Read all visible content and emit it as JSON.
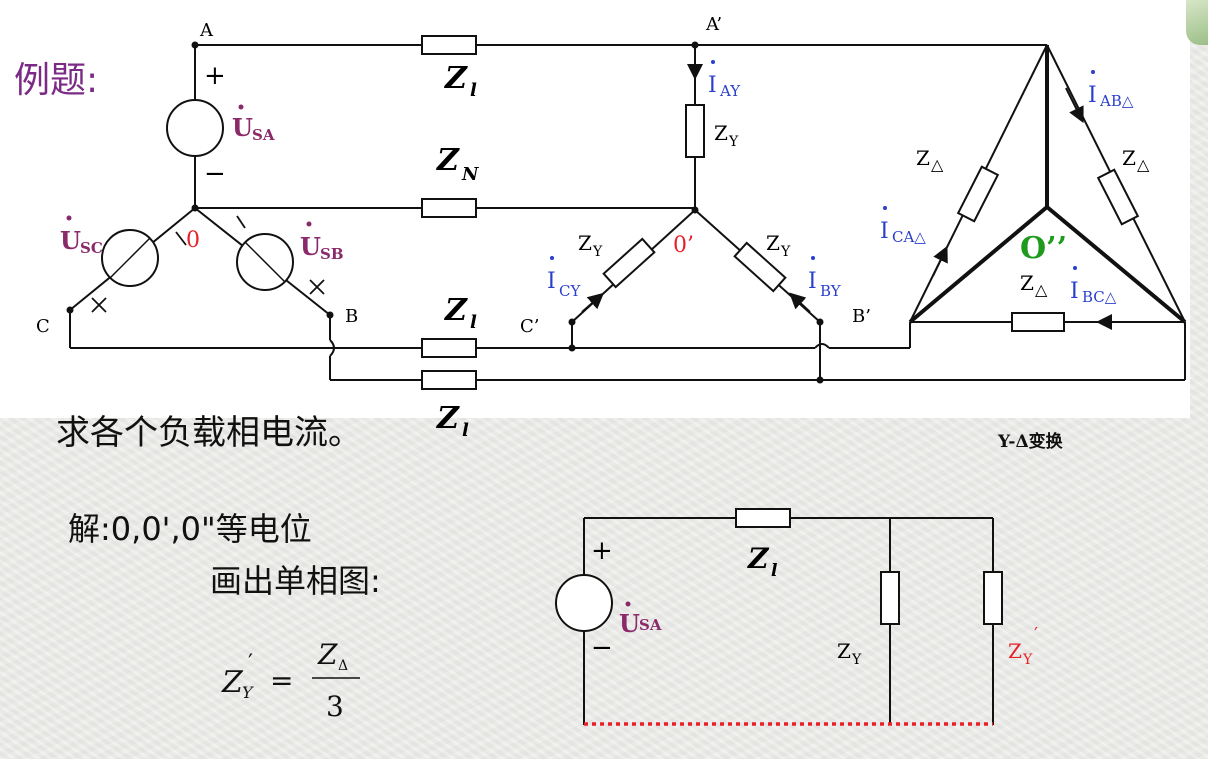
{
  "slide": {
    "example_label": "例题:",
    "question": "求各个负载相电流。",
    "solution_line1": "解:0,0',0\"等电位",
    "solution_line2": "画出单相图:",
    "transform_caption": "Y-Δ变换"
  },
  "formula": {
    "lhs_main": "Z",
    "lhs_sub": "Y",
    "lhs_prime": "′",
    "equals": "=",
    "numerator_main": "Z",
    "numerator_sub": "Δ",
    "denominator": "3"
  },
  "circuit_three_phase": {
    "nodes": {
      "A": "A",
      "A_prime": "A’",
      "B": "B",
      "B_prime": "B’",
      "C": "C",
      "C_prime": "C’",
      "zero": "0",
      "zero_prime": "0’",
      "zero_double": "O’’"
    },
    "impedances": {
      "Zl_main": "Z",
      "Zl_sub": "l",
      "ZN_main": "Z",
      "ZN_sub": "N",
      "ZY_main": "Z",
      "ZY_sub": "Y",
      "Zd_main": "Z",
      "Zd_sub": "△"
    },
    "sources": {
      "USA": {
        "main": "U",
        "sub": "SA"
      },
      "USB": {
        "main": "U",
        "sub": "SB"
      },
      "USC": {
        "main": "U",
        "sub": "SC"
      },
      "plus": "+",
      "minus": "−"
    },
    "currents": {
      "IAY": {
        "main": "I",
        "sub": "AY"
      },
      "IBY": {
        "main": "I",
        "sub": "BY"
      },
      "ICY": {
        "main": "I",
        "sub": "CY"
      },
      "IABd": {
        "main": "I",
        "sub": "AB△"
      },
      "IBCd": {
        "main": "I",
        "sub": "BC△"
      },
      "ICAd": {
        "main": "I",
        "sub": "CA△"
      }
    }
  },
  "circuit_single_phase": {
    "Zl_main": "Z",
    "Zl_sub": "l",
    "ZY_main": "Z",
    "ZY_sub": "Y",
    "ZYp_main": "Z",
    "ZYp_sub": "Y",
    "ZYp_prime": "′",
    "source_main": "U",
    "source_sub": "SA",
    "plus": "+",
    "minus": "−"
  },
  "colors": {
    "purple_text": "#7b2a86",
    "source_label": "#8a2a6a",
    "current_label": "#2a3fcc",
    "red": "#e8202a",
    "green": "#1f9a1f",
    "wire": "#111111"
  }
}
